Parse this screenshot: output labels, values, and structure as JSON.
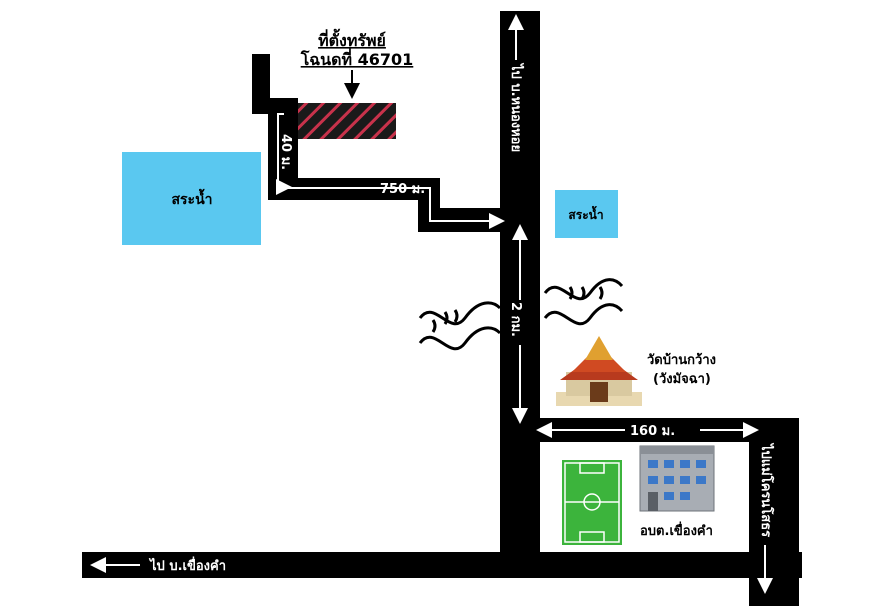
{
  "title": {
    "line1": "ที่ตั้งทรัพย์",
    "line2": "โฉนดที่ 46701"
  },
  "ponds": {
    "large": "สระน้ำ",
    "small": "สระน้ำ"
  },
  "distances": {
    "d40": "40 ม.",
    "d750": "750 ม.",
    "d2km": "2 กม.",
    "d160": "160 ม."
  },
  "directions": {
    "north": "ไป บ.หนองหอย",
    "bottom_west": "ไป บ.เขื่องคำ",
    "east_south": "ไปแม่โครนโสธร"
  },
  "places": {
    "temple_line1": "วัดบ้านกว้าง",
    "temple_line2": "(วังมัจฉา)",
    "office": "อบต.เขื่องคำ"
  },
  "colors": {
    "road": "#000000",
    "pond": "#5ac8f0",
    "plot_stripe": "#c8324b",
    "field": "#3cb43c",
    "building": "#a8adb4",
    "window": "#3c78c8"
  },
  "icons": {
    "water": "water-wave-icon",
    "temple": "temple-icon",
    "field": "football-field-icon",
    "building": "office-building-icon"
  }
}
